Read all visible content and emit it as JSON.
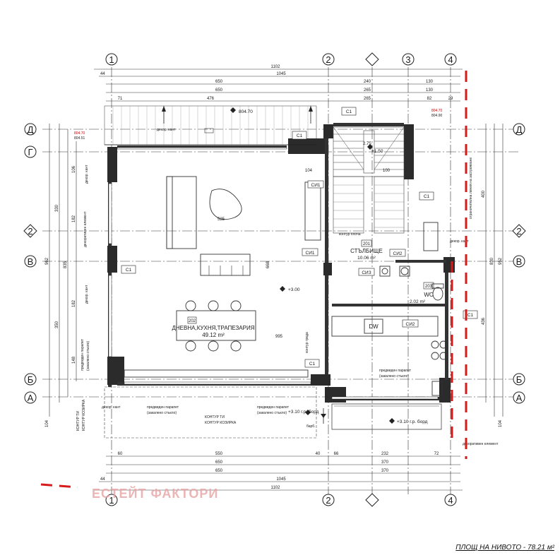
{
  "axes": {
    "vertical": [
      "1",
      "2",
      "3",
      "4"
    ],
    "horizontal": [
      "Д",
      "Г",
      "2",
      "В",
      "Б",
      "А"
    ]
  },
  "dimensions": {
    "top_total": "1102",
    "top_1045": "1045",
    "top_650": "650",
    "top_240": "240",
    "top_130": "130",
    "top_265": "265",
    "top_476": "476",
    "top_71": "71",
    "top_82": "82",
    "top_29": "29",
    "top_44": "44",
    "bottom_60": "60",
    "bottom_550": "550",
    "bottom_40": "40",
    "bottom_66": "66",
    "bottom_232": "232",
    "bottom_72": "72",
    "bottom_650": "650",
    "bottom_370": "370",
    "bottom_1045": "1045",
    "bottom_1102": "1102",
    "bottom_44": "44",
    "left_962": "962",
    "left_330": "330",
    "left_350": "350",
    "left_835": "835",
    "left_106": "106",
    "left_182": "182",
    "left_148": "148",
    "right_400": "400",
    "right_436": "436",
    "right_830": "830",
    "right_952": "952",
    "right_104": "104"
  },
  "levels": {
    "terrace": "804.70",
    "red_left": "804.70",
    "red_left2": "804.51",
    "red_right": "804.70",
    "red_right2": "804.90",
    "floor": "+3.00",
    "stair": "+1.50",
    "balcony_left": "+3.10 г.р. борд",
    "balcony_right": "+3.10 г.р. борд"
  },
  "rooms": [
    {
      "num": "202",
      "name": "ДНЕВНА,КУХНЯ,ТРАПЕЗАРИЯ",
      "area": "49.12 m²"
    },
    {
      "num": "201",
      "name": "СТЪЛБИЩЕ",
      "area": "10.06 m²"
    },
    {
      "num": "203",
      "name": "WC",
      "area": "2.02 m²"
    }
  ],
  "tags": {
    "c1": "C1",
    "si1": "СИ1",
    "si2": "СИ2",
    "si3": "СИЗ",
    "dw": "DW"
  },
  "notes": {
    "dekor_kant": "декор. кант",
    "dekorativen_element": "декоративен елемент",
    "parapet1": "предвиден парапет",
    "parapet2": "(закалено стъкло)",
    "kontur_ti": "КОНТУР ТИ",
    "kontur_kozirka": "КОНТУР КОЗИРКА",
    "kontur_ploca": "контур плоча",
    "kontur_greda": "контур греда",
    "barb": "барб.",
    "reg_line": "ограничителна линия на застрояване",
    "dim_525": "525",
    "dim_995": "995",
    "dim_668": "668",
    "dim_100": "100",
    "dim_104": "104",
    "dim_275": "2.75"
  },
  "watermark": "ЕСТЕЙТ ФАКТОРИ",
  "footer": "ПЛОЩ НА НИВОТО - 78.21 м²"
}
